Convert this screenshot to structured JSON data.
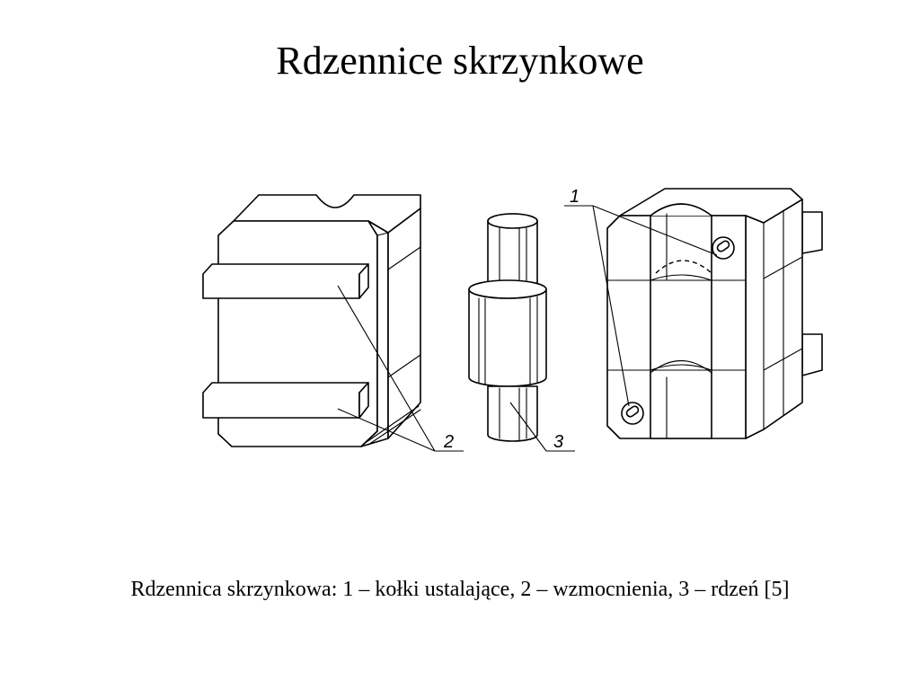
{
  "slide": {
    "title": "Rdzennice skrzynkowe",
    "caption": "Rdzennica skrzynkowa: 1 – kołki ustalające, 2 – wzmocnienia, 3 – rdzeń [5]"
  },
  "diagram": {
    "labels": {
      "pins": "1",
      "reinforcements": "2",
      "core": "3"
    }
  }
}
